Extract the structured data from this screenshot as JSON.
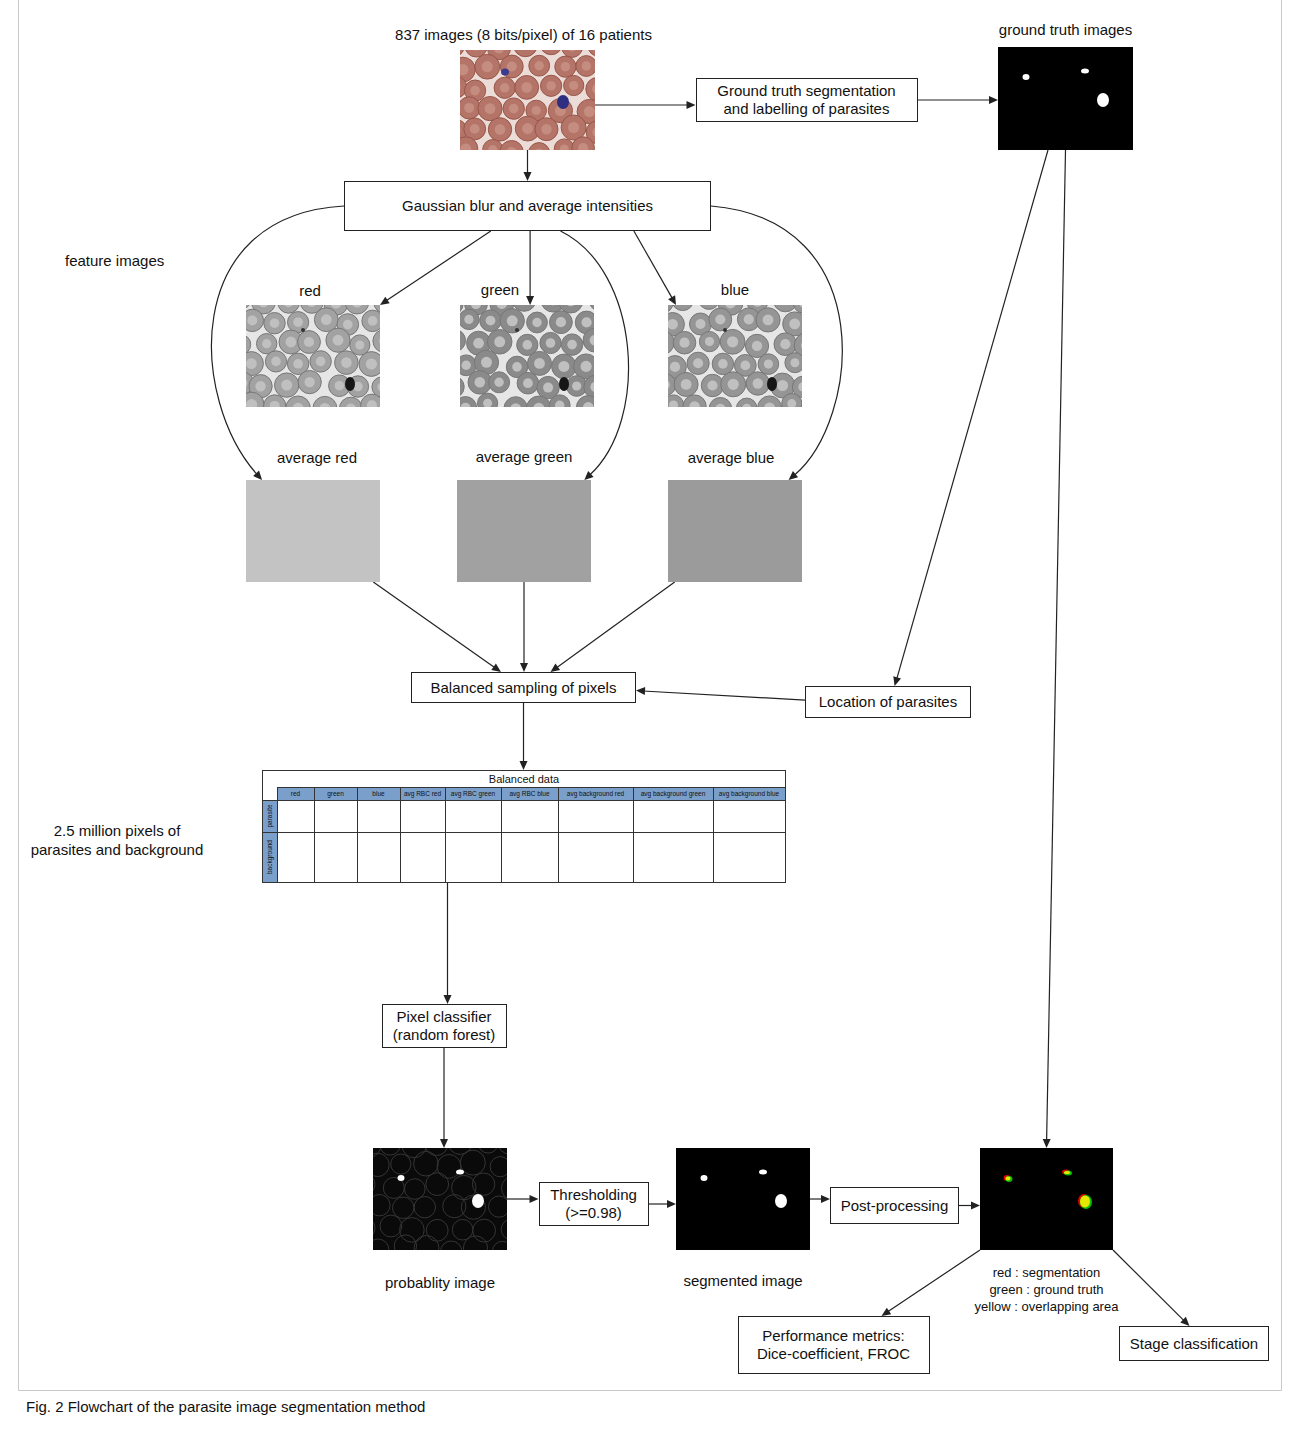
{
  "diagram": {
    "caption": "Fig. 2 Flowchart of the parasite image segmentation method",
    "nodes": [
      {
        "text": [
          "837 images (8 bits/pixel) of 16 patients"
        ]
      },
      {
        "text": [
          "Ground truth segmentation and labelling of parasites"
        ]
      },
      {
        "text": [
          "ground truth images"
        ]
      },
      {
        "text": [
          "Gaussian blur and average intensities"
        ]
      },
      {
        "text": [
          "red"
        ]
      },
      {
        "text": [
          "green"
        ]
      },
      {
        "text": [
          "blue"
        ]
      },
      {
        "text": [
          "average red"
        ]
      },
      {
        "text": [
          "average green"
        ]
      },
      {
        "text": [
          "average blue"
        ]
      },
      {
        "text": [
          "Balanced sampling of pixels"
        ]
      },
      {
        "text": [
          "Location of parasites"
        ]
      },
      {
        "text": [
          "Balanced data"
        ]
      },
      {
        "text": [
          "Pixel classifier (random forest)"
        ]
      },
      {
        "text": [
          "probablity image"
        ]
      },
      {
        "text": [
          "Thresholding (>=0.98)"
        ]
      },
      {
        "text": [
          "segmented image"
        ]
      },
      {
        "text": [
          "Post-processing"
        ]
      },
      {
        "text": [
          "red : segmentation",
          "green : ground truth",
          "yellow : overlapping area"
        ]
      },
      {
        "text": [
          "Performance metrics: Dice-coefficient, FROC"
        ]
      },
      {
        "text": [
          "Stage classification"
        ]
      }
    ],
    "edges": [
      {
        "from": 0,
        "to": 1,
        "arrow": "to"
      },
      {
        "from": 1,
        "to": 2,
        "arrow": "to"
      },
      {
        "from": 0,
        "to": 3,
        "arrow": "to"
      },
      {
        "from": 3,
        "to": 4,
        "arrow": "to"
      },
      {
        "from": 3,
        "to": 5,
        "arrow": "to"
      },
      {
        "from": 3,
        "to": 6,
        "arrow": "to"
      },
      {
        "from": 3,
        "to": 7,
        "arrow": "to"
      },
      {
        "from": 3,
        "to": 8,
        "arrow": "to"
      },
      {
        "from": 3,
        "to": 9,
        "arrow": "to"
      },
      {
        "from": 7,
        "to": 10,
        "arrow": "to"
      },
      {
        "from": 8,
        "to": 10,
        "arrow": "to"
      },
      {
        "from": 9,
        "to": 10,
        "arrow": "to"
      },
      {
        "from": 2,
        "to": 11,
        "arrow": "to"
      },
      {
        "from": 11,
        "to": 10,
        "arrow": "to"
      },
      {
        "from": 10,
        "to": 12,
        "arrow": "to"
      },
      {
        "from": 12,
        "to": 13,
        "arrow": "to"
      },
      {
        "from": 13,
        "to": 14,
        "arrow": "to"
      },
      {
        "from": 14,
        "to": 15,
        "arrow": "to"
      },
      {
        "from": 15,
        "to": 16,
        "arrow": "to"
      },
      {
        "from": 16,
        "to": 17,
        "arrow": "to"
      },
      {
        "from": 17,
        "to": 18,
        "arrow": "to"
      },
      {
        "from": 2,
        "to": 18,
        "arrow": "to"
      },
      {
        "from": 18,
        "to": 19,
        "arrow": "to"
      },
      {
        "from": 18,
        "to": 20,
        "arrow": "to"
      }
    ],
    "labels": [
      "feature images",
      "red",
      "green",
      "blue",
      "avg RBC red",
      "avg RBC green",
      "avg RBC blue",
      "avg background red",
      "avg background green",
      "avg background blue",
      "parasite",
      "background",
      "2.5 million pixels of parasites and background"
    ]
  }
}
